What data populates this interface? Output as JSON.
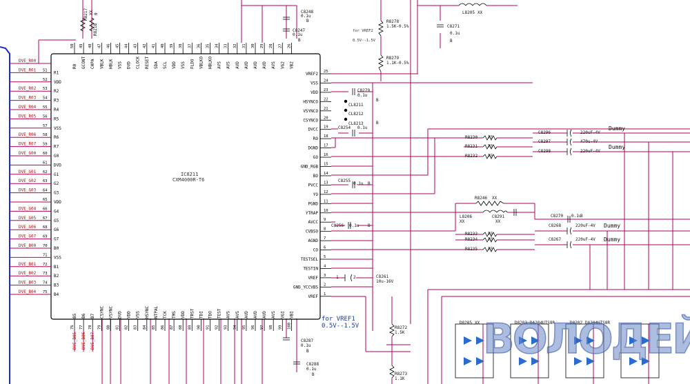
{
  "ic": {
    "ref": "IC8211",
    "part": "CXM4000R-T6"
  },
  "watermark": "ВОЛОДЕЙ",
  "notes": {
    "vref1": "for VREF1",
    "vref1_range": "0.5V--1.5V",
    "vref2": "for VREF2",
    "vref2_range": "0.5V--1.5V"
  },
  "dummy_label": "Dummy",
  "left_pins": [
    {
      "num": "",
      "name": "",
      "net": "DVE_R00"
    },
    {
      "num": "51",
      "name": "R1",
      "net": "DVE_R01"
    },
    {
      "num": "52",
      "name": "VDD",
      "net": ""
    },
    {
      "num": "53",
      "name": "R2",
      "net": "DVE_R02"
    },
    {
      "num": "54",
      "name": "R3",
      "net": "DVE_R03"
    },
    {
      "num": "55",
      "name": "R4",
      "net": "DVE_R04"
    },
    {
      "num": "56",
      "name": "R5",
      "net": "DVE_R05"
    },
    {
      "num": "57",
      "name": "VSS",
      "net": ""
    },
    {
      "num": "58",
      "name": "R6",
      "net": "DVE_R06"
    },
    {
      "num": "59",
      "name": "R7",
      "net": "DVE_R07"
    },
    {
      "num": "60",
      "name": "G0",
      "net": "DVE_G00"
    },
    {
      "num": "61",
      "name": "DVD",
      "net": ""
    },
    {
      "num": "62",
      "name": "G1",
      "net": "DVE_G01"
    },
    {
      "num": "63",
      "name": "G2",
      "net": "DVE_G02"
    },
    {
      "num": "64",
      "name": "G3",
      "net": "DVE_G03"
    },
    {
      "num": "65",
      "name": "VDD",
      "net": ""
    },
    {
      "num": "66",
      "name": "G4",
      "net": "DVE_G04"
    },
    {
      "num": "67",
      "name": "G5",
      "net": "DVE_G05"
    },
    {
      "num": "68",
      "name": "G6",
      "net": "DVE_G06"
    },
    {
      "num": "69",
      "name": "G7",
      "net": "DVE_G07"
    },
    {
      "num": "70",
      "name": "B0",
      "net": "DVE_B00"
    },
    {
      "num": "71",
      "name": "VSS",
      "net": ""
    },
    {
      "num": "72",
      "name": "B1",
      "net": "DVE_B01"
    },
    {
      "num": "73",
      "name": "B2",
      "net": "DVE_B02"
    },
    {
      "num": "74",
      "name": "B3",
      "net": "DVE_B03"
    },
    {
      "num": "75",
      "name": "B4",
      "net": "DVE_B04"
    }
  ],
  "right_pins": [
    {
      "num": "25",
      "name": "VREF2"
    },
    {
      "num": "24",
      "name": "VSS"
    },
    {
      "num": "23",
      "name": "VDD"
    },
    {
      "num": "22",
      "name": "HSYNCO"
    },
    {
      "num": "21",
      "name": "VSYNCO"
    },
    {
      "num": "20",
      "name": "CSYNCO"
    },
    {
      "num": "19",
      "name": "DVCC"
    },
    {
      "num": "18",
      "name": "RO"
    },
    {
      "num": "17",
      "name": "DGND"
    },
    {
      "num": "16",
      "name": "GO"
    },
    {
      "num": "15",
      "name": "GND_RGB"
    },
    {
      "num": "14",
      "name": "BO"
    },
    {
      "num": "13",
      "name": "PVCC"
    },
    {
      "num": "12",
      "name": "YO"
    },
    {
      "num": "11",
      "name": "PGND"
    },
    {
      "num": "10",
      "name": "YTRAP"
    },
    {
      "num": "9",
      "name": "AVCC"
    },
    {
      "num": "8",
      "name": "CVBSO"
    },
    {
      "num": "7",
      "name": "AGND"
    },
    {
      "num": "6",
      "name": "CO"
    },
    {
      "num": "5",
      "name": "TESTSEL"
    },
    {
      "num": "4",
      "name": "TESTIN"
    },
    {
      "num": "3",
      "name": "VREF"
    },
    {
      "num": "2",
      "name": "GND_YCCVBS"
    },
    {
      "num": "1",
      "name": "VREF"
    }
  ],
  "top_pins": [
    {
      "num": "50",
      "name": "R0"
    },
    {
      "num": "49",
      "name": "GCONT"
    },
    {
      "num": "48",
      "name": "CHPA"
    },
    {
      "num": "47",
      "name": "VBLK"
    },
    {
      "num": "46",
      "name": "HBLK"
    },
    {
      "num": "45",
      "name": "VSS"
    },
    {
      "num": "44",
      "name": "DVD"
    },
    {
      "num": "43",
      "name": "CLOCK"
    },
    {
      "num": "42",
      "name": "RESET"
    },
    {
      "num": "41",
      "name": "SDA"
    },
    {
      "num": "40",
      "name": "SCL"
    },
    {
      "num": "39",
      "name": "VDD"
    },
    {
      "num": "38",
      "name": "VSS"
    },
    {
      "num": "37",
      "name": "FLDO"
    },
    {
      "num": "36",
      "name": "VBLKO"
    },
    {
      "num": "35",
      "name": "HBLKO"
    },
    {
      "num": "34",
      "name": "AVS"
    },
    {
      "num": "33",
      "name": "AVS"
    },
    {
      "num": "32",
      "name": "AVD"
    },
    {
      "num": "31",
      "name": "AVD"
    },
    {
      "num": "30",
      "name": "AVD"
    },
    {
      "num": "29",
      "name": "AVD"
    },
    {
      "num": "28",
      "name": "AVS"
    },
    {
      "num": "27",
      "name": "VG2"
    },
    {
      "num": "26",
      "name": "VB2"
    }
  ],
  "bottom_pins": [
    {
      "num": "76",
      "name": "B5",
      "net": "DVE_B05"
    },
    {
      "num": "77",
      "name": "B6",
      "net": "DVE_B06"
    },
    {
      "num": "78",
      "name": "B7",
      "net": "DVE_B07"
    },
    {
      "num": "79",
      "name": "CSYNC",
      "net": ""
    },
    {
      "num": "80",
      "name": "VSYNC",
      "net": ""
    },
    {
      "num": "81",
      "name": "DVD",
      "net": ""
    },
    {
      "num": "82",
      "name": "VDD",
      "net": ""
    },
    {
      "num": "83",
      "name": "VSS",
      "net": ""
    },
    {
      "num": "84",
      "name": "HSYNC",
      "net": ""
    },
    {
      "num": "85",
      "name": "NTPAL",
      "net": ""
    },
    {
      "num": "86",
      "name": "TCK",
      "net": ""
    },
    {
      "num": "87",
      "name": "TMS",
      "net": ""
    },
    {
      "num": "88",
      "name": "VDD",
      "net": ""
    },
    {
      "num": "89",
      "name": "TRST",
      "net": ""
    },
    {
      "num": "90",
      "name": "TDI",
      "net": ""
    },
    {
      "num": "91",
      "name": "TDO",
      "net": ""
    },
    {
      "num": "92",
      "name": "TEST",
      "net": ""
    },
    {
      "num": "93",
      "name": "AVS",
      "net": ""
    },
    {
      "num": "94",
      "name": "AVS",
      "net": ""
    },
    {
      "num": "95",
      "name": "AVD",
      "net": ""
    },
    {
      "num": "96",
      "name": "AVD",
      "net": ""
    },
    {
      "num": "97",
      "name": "AVD",
      "net": ""
    },
    {
      "num": "98",
      "name": "AVS",
      "net": ""
    },
    {
      "num": "99",
      "name": "VGI",
      "net": ""
    },
    {
      "num": "100",
      "name": "VBI",
      "net": ""
    }
  ],
  "components": {
    "R8217": {
      "ref": "R8217",
      "val": "XX"
    },
    "R8218": {
      "ref": "R8218",
      "val": "0"
    },
    "C8248": {
      "ref": "C8248",
      "val": "0.1u",
      "b": "B"
    },
    "C8247": {
      "ref": "C8247",
      "val": "0.1u",
      "b": "B"
    },
    "R8278": {
      "ref": "R8278",
      "val": "1.5K-0.5%"
    },
    "R8279": {
      "ref": "R8279",
      "val": "1.1K-0.5%"
    },
    "L8205": {
      "ref": "L8205",
      "val": "XX"
    },
    "C8271": {
      "ref": "C8271",
      "val": "0.1u",
      "b": "B"
    },
    "C8279": {
      "ref": "C8279",
      "val": "0.1u",
      "b": "B"
    },
    "CL8211": {
      "ref": "CL8211"
    },
    "CL8212": {
      "ref": "CL8212"
    },
    "CL8213": {
      "ref": "CL8213"
    },
    "C8254": {
      "ref": "C8254",
      "val": "0.1u"
    },
    "C8255": {
      "ref": "C8255",
      "val": "0.1u",
      "b": "B"
    },
    "C8256": {
      "ref": "C8256",
      "val": "0.1u",
      "b": "B"
    },
    "R8230": {
      "ref": "R8230",
      "val": "75"
    },
    "R8231": {
      "ref": "R8231",
      "val": "75"
    },
    "R8232": {
      "ref": "R8232",
      "val": "75"
    },
    "C8296": {
      "ref": "C8296",
      "val": "220uF-4V"
    },
    "C8297": {
      "ref": "C8297",
      "val": "470u-4V"
    },
    "C8298": {
      "ref": "C8298",
      "val": "220uF-4V"
    },
    "R8246": {
      "ref": "R8246",
      "val": "XX"
    },
    "L8206": {
      "ref": "L8206",
      "val": "XX"
    },
    "C8291": {
      "ref": "C8291",
      "val": "XX"
    },
    "C8270": {
      "ref": "C8270",
      "val": "0.1u",
      "b": "B"
    },
    "C8268": {
      "ref": "C8268",
      "val": "220uF-4V"
    },
    "C8267": {
      "ref": "C8267",
      "val": "220uF-4V"
    },
    "R8233": {
      "ref": "R8233",
      "val": "75"
    },
    "R8234": {
      "ref": "R8234",
      "val": "75"
    },
    "R8235": {
      "ref": "R8235",
      "val": "75"
    },
    "C8261": {
      "ref": "C8261",
      "val": "10u-16V"
    },
    "R8272": {
      "ref": "R8272",
      "val": "1.5K"
    },
    "R8273": {
      "ref": "R8273",
      "val": "1.1K"
    },
    "C8287": {
      "ref": "C8287",
      "val": "0.1u",
      "b": "B"
    },
    "C8288": {
      "ref": "C8288",
      "val": "0.1u",
      "b": "B"
    },
    "D8205": {
      "ref": "D8205",
      "val": "XX"
    },
    "D8203": {
      "ref": "D8203",
      "val": "DA204UTS8R"
    },
    "D8202": {
      "ref": "D8202",
      "val": "DA204UTS8R"
    }
  },
  "colors": {
    "wire": "#b0005a",
    "ic": "#000000",
    "net": "#c00000",
    "bus": "#1a2ad0"
  }
}
